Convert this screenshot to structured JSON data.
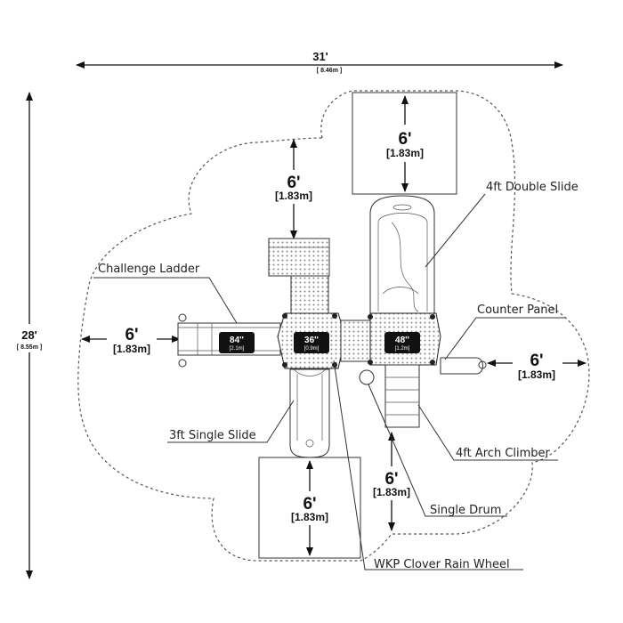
{
  "dimensions": {
    "overall_width": {
      "ft": "31'",
      "m": "[ 8.46m ]"
    },
    "overall_depth": {
      "ft": "28'",
      "m": "[ 8.55m ]"
    },
    "clearance_top": {
      "ft": "6'",
      "m": "[1.83m]"
    },
    "clearance_top_zone": {
      "ft": "6'",
      "m": "[1.83m]"
    },
    "clearance_left": {
      "ft": "6'",
      "m": "[1.83m]"
    },
    "clearance_right": {
      "ft": "6'",
      "m": "[1.83m]"
    },
    "clearance_bottom_zone": {
      "ft": "6'",
      "m": "[1.83m]"
    },
    "clearance_bottom_right": {
      "ft": "6'",
      "m": "[1.83m]"
    }
  },
  "decks": [
    {
      "height": "84''",
      "metric": "[2.1m]"
    },
    {
      "height": "36''",
      "metric": "[0.9m]"
    },
    {
      "height": "48''",
      "metric": "[1.2m]"
    }
  ],
  "components": {
    "double_slide": "4ft Double Slide",
    "challenge_ladder": "Challenge Ladder",
    "counter_panel": "Counter Panel",
    "single_slide": "3ft Single Slide",
    "arch_climber": "4ft Arch Climber",
    "single_drum": "Single Drum",
    "rain_wheel": "WKP Clover Rain Wheel"
  }
}
